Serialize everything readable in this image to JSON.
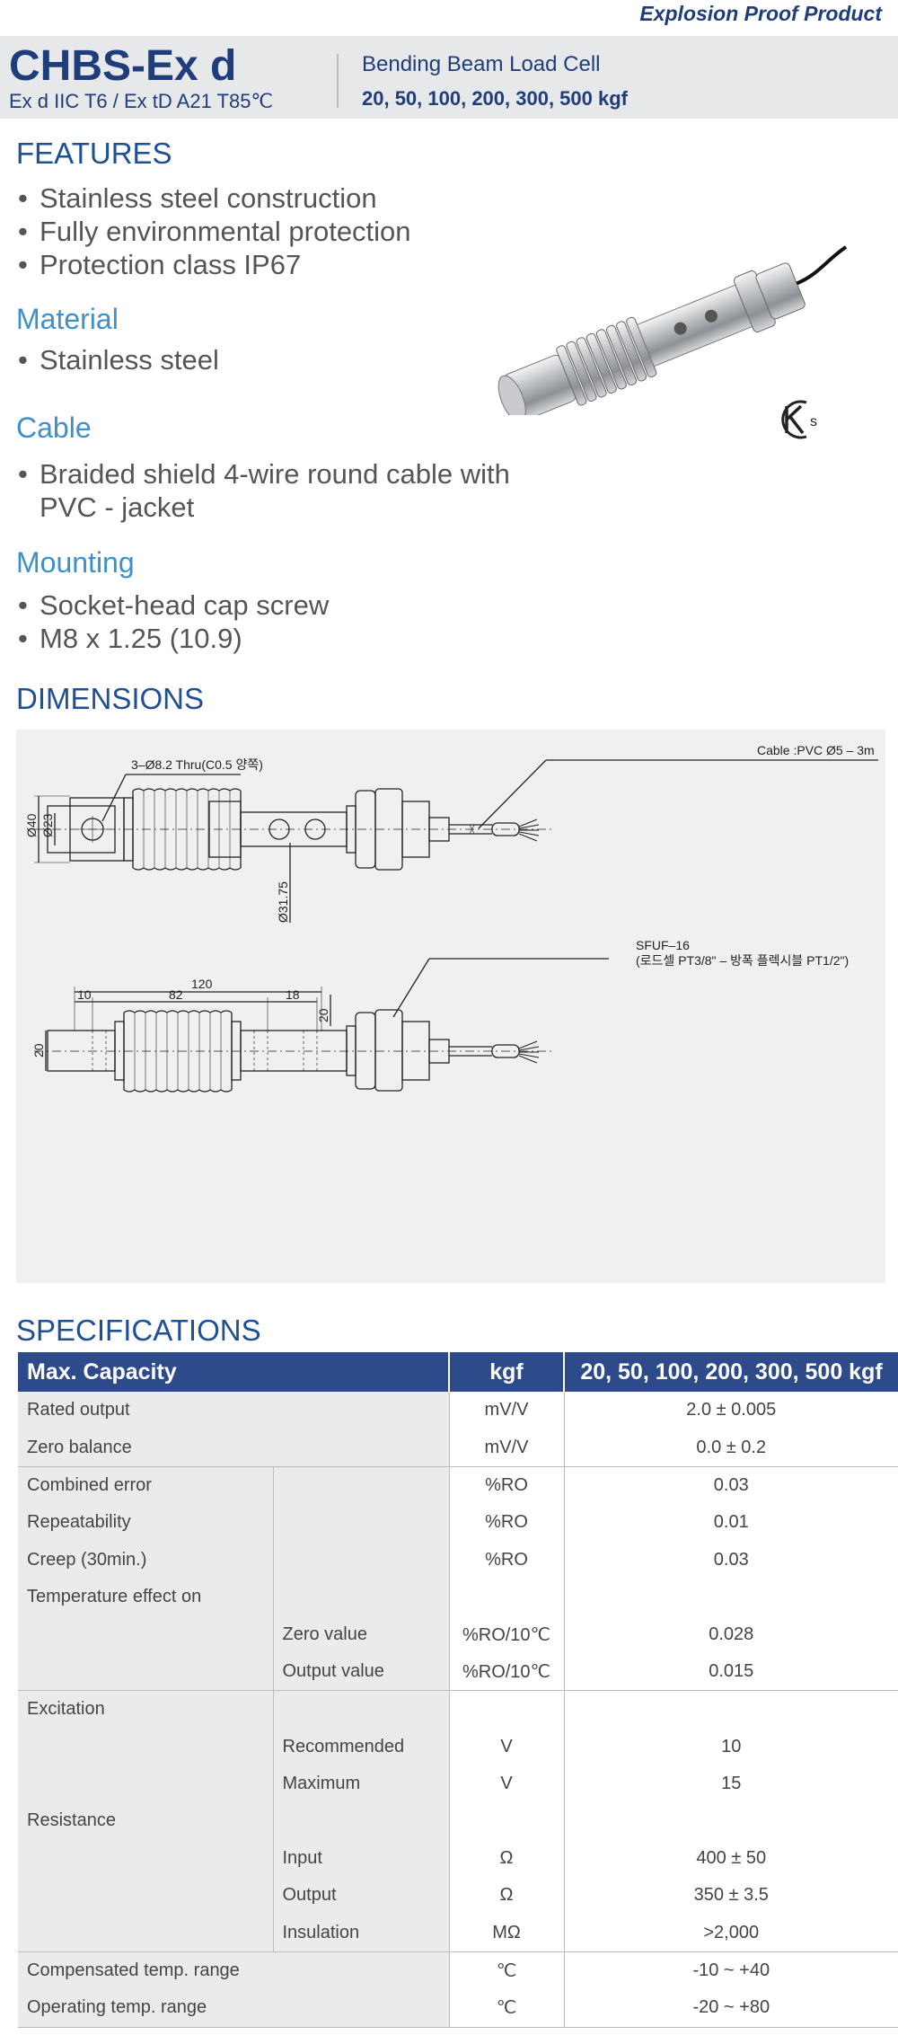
{
  "header": {
    "tag": "Explosion Proof Product",
    "model": "CHBS-Ex d",
    "model_sub": "Ex d IIC T6 / Ex tD A21 T85℃",
    "category": "Bending Beam Load Cell",
    "capacities": "20, 50, 100, 200, 300, 500 kgf"
  },
  "features": {
    "title": "FEATURES",
    "items": [
      "Stainless steel construction",
      "Fully environmental protection",
      "Protection class IP67"
    ]
  },
  "material": {
    "title": "Material",
    "items": [
      "Stainless steel"
    ]
  },
  "cable": {
    "title": "Cable",
    "line1": "Braided shield 4-wire round cable with",
    "line2": "PVC - jacket"
  },
  "mounting": {
    "title": "Mounting",
    "items": [
      "Socket-head cap screw",
      "M8 x 1.25 (10.9)"
    ]
  },
  "dimensions": {
    "title": "DIMENSIONS",
    "cable_label": "Cable :PVC Ø5 – 3m",
    "hole_label": "3–Ø8.2 Thru(C0.5 양쪽)",
    "d40": "Ø40",
    "d23": "Ø23",
    "d3175": "Ø31.75",
    "fitting_label": "SFUF–16",
    "fitting_sub": "(로드셀 PT3/8\" – 방폭 플렉시블 PT1/2\")",
    "len_total": "120",
    "len_10": "10",
    "len_82": "82",
    "len_18": "18",
    "h20": "20",
    "side20": "20"
  },
  "specifications": {
    "title": "SPECIFICATIONS",
    "header": {
      "label": "Max. Capacity",
      "unit": "kgf",
      "value": "20, 50, 100, 200, 300, 500 kgf"
    },
    "rows": [
      {
        "label": "Rated output",
        "sub": "",
        "unit": "mV/V",
        "value": "2.0 ± 0.005"
      },
      {
        "label": "Zero balance",
        "sub": "",
        "unit": "mV/V",
        "value": "0.0 ± 0.2"
      },
      {
        "label": "Combined error",
        "sub": "",
        "unit": "%RO",
        "value": "0.03"
      },
      {
        "label": "Repeatability",
        "sub": "",
        "unit": "%RO",
        "value": "0.01"
      },
      {
        "label": "Creep (30min.)",
        "sub": "",
        "unit": "%RO",
        "value": "0.03"
      },
      {
        "label": "Temperature effect on",
        "sub": "",
        "unit": "",
        "value": ""
      },
      {
        "label": "",
        "sub": "Zero value",
        "unit": "%RO/10℃",
        "value": "0.028"
      },
      {
        "label": "",
        "sub": "Output  value",
        "unit": "%RO/10℃",
        "value": "0.015"
      },
      {
        "label": "Excitation",
        "sub": "",
        "unit": "",
        "value": ""
      },
      {
        "label": "",
        "sub": "Recommended",
        "unit": "V",
        "value": "10"
      },
      {
        "label": "",
        "sub": "Maximum",
        "unit": "V",
        "value": "15"
      },
      {
        "label": "Resistance",
        "sub": "",
        "unit": "",
        "value": ""
      },
      {
        "label": "",
        "sub": "Input",
        "unit": "Ω",
        "value": "400 ± 50"
      },
      {
        "label": "",
        "sub": "Output",
        "unit": "Ω",
        "value": "350 ± 3.5"
      },
      {
        "label": "",
        "sub": "Insulation",
        "unit": "MΩ",
        "value": ">2,000"
      },
      {
        "label": "Compensated temp. range",
        "sub": "",
        "unit": "℃",
        "value": "-10 ~ +40"
      },
      {
        "label": "Operating temp. range",
        "sub": "",
        "unit": "℃",
        "value": "-20 ~ +80"
      }
    ]
  },
  "icons": {
    "product": "load-cell-photo",
    "certification": "kcs-mark"
  }
}
